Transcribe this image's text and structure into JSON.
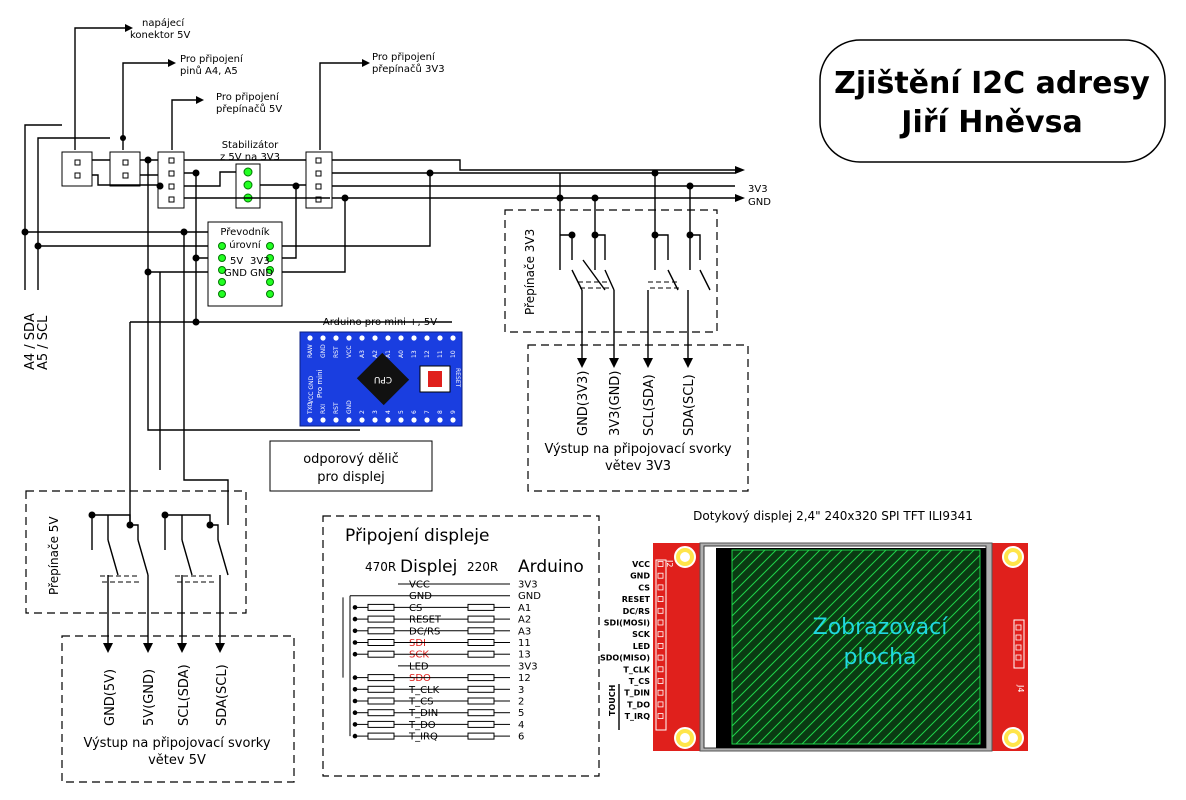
{
  "title": {
    "line1": "Zjištění I2C adresy",
    "line2": "Jiří Hněvsa"
  },
  "top_labels": {
    "napajeci_line1": "napájecí",
    "napajeci_line2": "konektor 5V",
    "a4a5_line1": "Pro připojení",
    "a4a5_line2": "pinů A4, A5",
    "p5v_line1": "Pro připojení",
    "p5v_line2": "přepínačů 5V",
    "p3v3_line1": "Pro připojení",
    "p3v3_line2": "přepínačů 3V3",
    "stab_line1": "Stabilizátor",
    "stab_line2": "z 5V na 3V3"
  },
  "rails": {
    "v3v3": "3V3",
    "gnd": "GND"
  },
  "left_labels": {
    "sda": "A4 / SDA",
    "scl": "A5 / SCL"
  },
  "converter": {
    "title_line1": "Převodník",
    "title_line2": "úrovní",
    "l5v": "5V",
    "l3v3": "3V3",
    "lgnd": "GND GND"
  },
  "arduino": {
    "title": "Arduino pro mini +, 5V",
    "cpu": "CPU",
    "reset": "RESET",
    "pro_mini": "Pro mini",
    "vcc": "VCC GND",
    "top_pins": [
      "RAW",
      "GND",
      "RST",
      "VCC",
      "A3",
      "A2",
      "A1",
      "A0",
      "13",
      "12",
      "11",
      "10"
    ],
    "bottom_pins": [
      "TXO",
      "RXI",
      "RST",
      "GND",
      "2",
      "3",
      "4",
      "5",
      "6",
      "7",
      "8",
      "9"
    ]
  },
  "divider_box": {
    "line1": "odporový dělič",
    "line2": "pro displej"
  },
  "switch_3v3": {
    "label": "Přepínače 3V3",
    "outputs": [
      "GND(3V3)",
      "3V3(GND)",
      "SCL(SDA)",
      "SDA(SCL)"
    ],
    "caption_line1": "Výstup na připojovací svorky",
    "caption_line2": "větev 3V3"
  },
  "switch_5v": {
    "label": "Přepínače 5V",
    "outputs": [
      "GND(5V)",
      "5V(GND)",
      "SCL(SDA)",
      "SDA(SCL)"
    ],
    "caption_line1": "Výstup na připojovací svorky",
    "caption_line2": "větev 5V"
  },
  "connection": {
    "title": "Připojení displeje",
    "h470": "470R",
    "hdisp": "Displej",
    "h220": "220R",
    "harduino": "Arduino",
    "rows": [
      {
        "name": "VCC",
        "ard": "3V3"
      },
      {
        "name": "GND",
        "ard": "GND"
      },
      {
        "name": "CS",
        "ard": "A1"
      },
      {
        "name": "RESET",
        "ard": "A2"
      },
      {
        "name": "DC/RS",
        "ard": "A3"
      },
      {
        "name": "SDI",
        "ard": "11"
      },
      {
        "name": "SCK",
        "ard": "13"
      },
      {
        "name": "LED",
        "ard": "3V3"
      },
      {
        "name": "SDO",
        "ard": "12"
      },
      {
        "name": "T_CLK",
        "ard": "3"
      },
      {
        "name": "T_CS",
        "ard": "2"
      },
      {
        "name": "T_DIN",
        "ard": "5"
      },
      {
        "name": "T_DO",
        "ard": "4"
      },
      {
        "name": "T_IRQ",
        "ard": "6"
      }
    ]
  },
  "display": {
    "title": "Dotykový displej 2,4\" 240x320 SPI TFT ILI9341",
    "area_line1": "Zobrazovací",
    "area_line2": "plocha",
    "j2": "J2",
    "j4": "J4",
    "touch": "TOUCH",
    "pins": [
      "VCC",
      "GND",
      "CS",
      "RESET",
      "DC/RS",
      "SDI(MOSI)",
      "SCK",
      "LED",
      "SDO(MISO)",
      "T_CLK",
      "T_CS",
      "T_DIN",
      "T_DO",
      "T_IRQ"
    ]
  },
  "colors": {
    "pcb_red": "#e0201c",
    "arduino_blue": "#1a3ee0",
    "pin_green": "#22ee22",
    "screen_green": "#1fd24a",
    "area_text": "#20d8e0"
  }
}
